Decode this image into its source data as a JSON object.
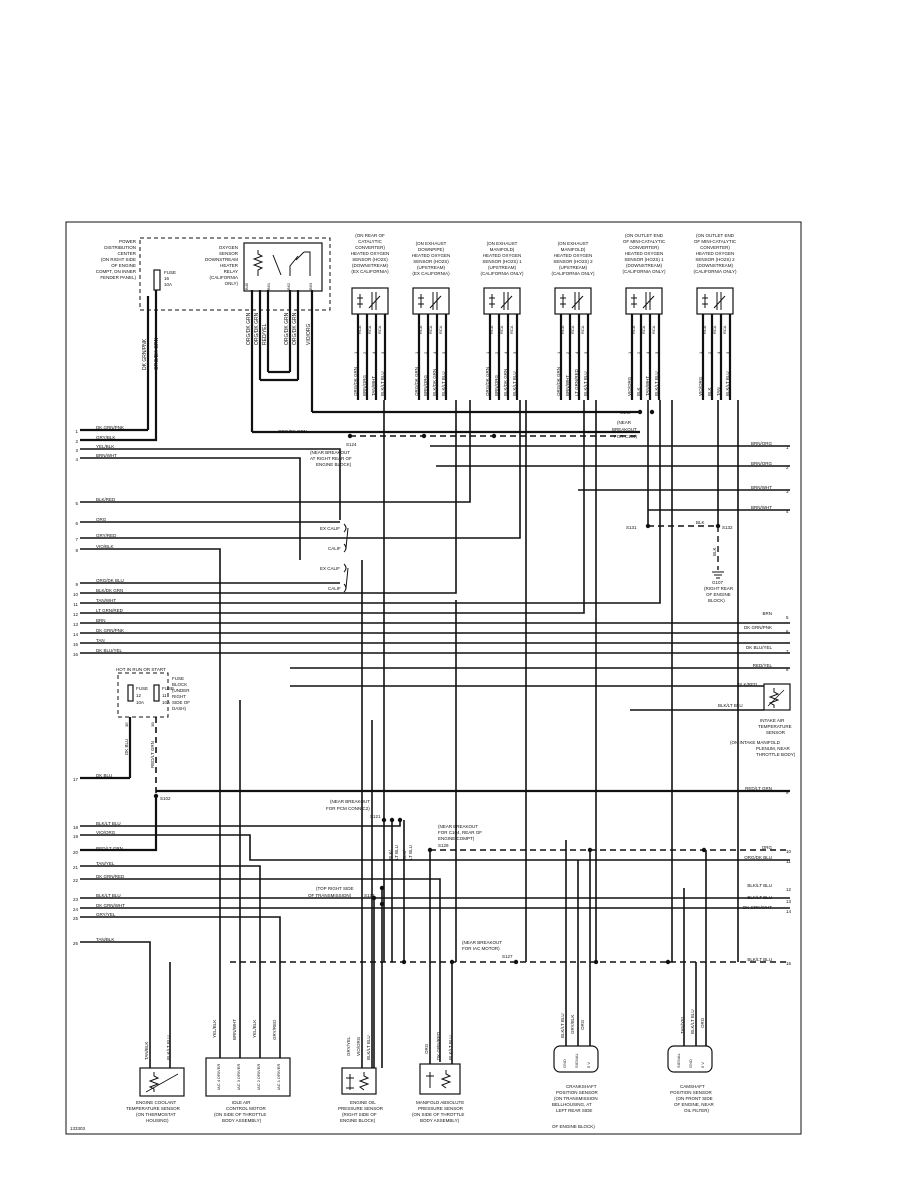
{
  "figure_id": "133303",
  "pdc": {
    "lines": [
      "POWER",
      "DISTRIBUTION",
      "CENTER",
      "(ON RIGHT SIDE",
      "OF ENGINE",
      "COMPT, ON INNER",
      "FENDER PANEL)"
    ],
    "fuse": [
      "FUSE",
      "16",
      "10A"
    ],
    "wire_a": "DK GRN/PNK",
    "wire_b": "ORG/DK GRN"
  },
  "relay": {
    "lines": [
      "OXYGEN",
      "SENSOR",
      "DOWNSTREAM",
      "HEATER",
      "RELAY",
      "(CALIFORNIA",
      "ONLY)"
    ],
    "pins": [
      "B45",
      "B61",
      "B62",
      "B63"
    ],
    "wires": [
      "ORG/DK GRN",
      "ORG/DK GRN",
      "RED/YEL",
      "ORG/DK GRN",
      "ORG/DK GRN",
      "VIO/ORG"
    ]
  },
  "o2_sensors": [
    {
      "desc": [
        "(ON REAR OF",
        "CATALYTIC",
        "CONVERTER)",
        "HEATED OXYGEN",
        "SENSOR (HO2S)",
        "(DOWNSTREAM)",
        "(EX CALIFORNIA)"
      ],
      "wires": [
        "ORG/DK GRN",
        "BRN/ORG",
        "TAN/WHT",
        "BLK/LT BLU"
      ]
    },
    {
      "desc": [
        "(ON EXHAUST",
        "DOWNPIPE)",
        "HEATED OXYGEN",
        "SENSOR (HO2S)",
        "(UPSTREAM)",
        "(EX CALIFORNIA)"
      ],
      "wires": [
        "ORG/DK GRN",
        "BRN/ORG",
        "BLK/DK GRN",
        "BLK/LT BLU"
      ]
    },
    {
      "desc": [
        "(ON EXHAUST",
        "MANIFOLD)",
        "HEATED OXYGEN",
        "SENSOR (HO2S) 1",
        "(UPSTREAM)",
        "(CALIFORNIA ONLY)"
      ],
      "wires": [
        "ORG/DK GRN",
        "BRN/ORG",
        "BLK/DK GRN",
        "BLK/LT BLU"
      ]
    },
    {
      "desc": [
        "(ON EXHAUST",
        "MANIFOLD)",
        "HEATED OXYGEN",
        "SENSOR (HO2S) 2",
        "(UPSTREAM)",
        "(CALIFORNIA ONLY)"
      ],
      "wires": [
        "ORG/DK GRN",
        "BRN/WHT",
        "LT GRN/RED",
        "BLK/LT BLU"
      ]
    },
    {
      "desc": [
        "(ON OUTLET END",
        "OF MINI-CATALYTIC",
        "CONVERTER)",
        "HEATED OXYGEN",
        "SENSOR (HO2S) 1",
        "(DOWNSTREAM)",
        "(CALIFORNIA ONLY)"
      ],
      "wires": [
        "VIO/ORG",
        "BLK",
        "TAN/WHT",
        "BLK/LT BLU"
      ]
    },
    {
      "desc": [
        "(ON OUTLET END",
        "OF MINI-CATALYTIC",
        "CONVERTER)",
        "HEATED OXYGEN",
        "SENSOR (HO2S) 2",
        "(DOWNSTREAM)",
        "(CALIFORNIA ONLY)"
      ],
      "wires": [
        "VIO/ORG",
        "BLK",
        "TAN",
        "BLK/LT BLU"
      ]
    }
  ],
  "o2_pin_labels": [
    "RCA",
    "RCA",
    "RCA"
  ],
  "o2_pin_numbers": [
    "1",
    "2",
    "4",
    "3"
  ],
  "left_wires": [
    {
      "n": "1",
      "label": "DK GRN/PNK"
    },
    {
      "n": "2",
      "label": "GRY/BLK"
    },
    {
      "n": "3",
      "label": "YEL/BLK"
    },
    {
      "n": "4",
      "label": "BRN/WHT"
    },
    {
      "n": "5",
      "label": "BLK/RED"
    },
    {
      "n": "6",
      "label": "ORG"
    },
    {
      "n": "7",
      "label": "GRY/RED"
    },
    {
      "n": "8",
      "label": "VIO/BLK"
    },
    {
      "n": "9",
      "label": "ORG/DK BLU"
    },
    {
      "n": "10",
      "label": "BLK/DK GRN"
    },
    {
      "n": "11",
      "label": "TAN/WHT"
    },
    {
      "n": "12",
      "label": "LT GRN/RED"
    },
    {
      "n": "13",
      "label": "BRN"
    },
    {
      "n": "14",
      "label": "DK GRN/PNK"
    },
    {
      "n": "15",
      "label": "TAN"
    },
    {
      "n": "16",
      "label": "DK BLU/YEL"
    },
    {
      "n": "17",
      "label": "DK BLU"
    },
    {
      "n": "18",
      "label": "BLK/LT BLU"
    },
    {
      "n": "19",
      "label": "VIO/ORG"
    },
    {
      "n": "20",
      "label": "RED/LT GRN"
    },
    {
      "n": "21",
      "label": "TAN/YEL"
    },
    {
      "n": "22",
      "label": "DK GRN/RED"
    },
    {
      "n": "23",
      "label": "BLK/LT BLU"
    },
    {
      "n": "24",
      "label": "DK GRN/WHT"
    },
    {
      "n": "25",
      "label": "GRY/YEL"
    },
    {
      "n": "26",
      "label": "TAN/BLK"
    }
  ],
  "right_wires": [
    {
      "n": "1",
      "label": "BRN/ORG"
    },
    {
      "n": "2",
      "label": "BRN/ORG"
    },
    {
      "n": "3",
      "label": "BRN/WHT"
    },
    {
      "n": "4",
      "label": "BRN/WHT"
    },
    {
      "n": "5",
      "label": "BRN"
    },
    {
      "n": "6",
      "label": "DK GRN/PNK"
    },
    {
      "n": "7",
      "label": "DK BLU/YEL"
    },
    {
      "n": "8",
      "label": "RED/YEL"
    },
    {
      "n": "9",
      "label": "RED/LT GRN"
    },
    {
      "n": "10",
      "label": "ORG"
    },
    {
      "n": "11",
      "label": "ORG/DK BLU"
    },
    {
      "n": "12",
      "label": "BLK/LT BLU"
    },
    {
      "n": "13",
      "label": "BLK/LT BLU"
    },
    {
      "n": "14",
      "label": "DK GRN/WHT"
    },
    {
      "n": "15",
      "label": "BLK/LT BLU"
    }
  ],
  "splices": {
    "s124": [
      "S124",
      "(NEAR BREAKOUT",
      "AT RIGHT REAR OF",
      "ENGINE BLOCK)"
    ],
    "s140": [
      "S140",
      "(NEAR",
      "BREAKOUT",
      "FOR C104)"
    ],
    "s131": "S131",
    "s132": "S132",
    "g107": [
      "G107",
      "(RIGHT REAR",
      "OF ENGINE",
      "BLOCK)"
    ],
    "s102": "S102",
    "s121": [
      "(NEAR BREAKOUT",
      "FOR PCM CONN C2)",
      "S121"
    ],
    "s129": [
      "(NEAR BREAKOUT",
      "FOR C104, REAR OF",
      "ENGINE COMPT)",
      "S129"
    ],
    "s133": [
      "(TOP RIGHT SIDE",
      "OF TRANSMISSION)",
      "S133"
    ],
    "s127": [
      "(NEAR BREAKOUT",
      "FOR IAC MOTOR)",
      "S127"
    ]
  },
  "cal_labels": [
    "EX CALIF",
    "CALIF",
    "EX CALIF",
    "CALIF"
  ],
  "blk_label": "BLK",
  "fuse_block": {
    "title": "HOT IN RUN OR START",
    "fuses": [
      [
        "FUSE",
        "12",
        "10A"
      ],
      [
        "FUSE",
        "11",
        "10A"
      ]
    ],
    "desc": [
      "FUSE",
      "BLOCK",
      "(UNDER",
      "RIGHT",
      "SIDE OF",
      "DASH)"
    ],
    "wires": [
      "DK BLU",
      "RED/LT GRN"
    ],
    "pins": [
      "3E",
      "3B"
    ]
  },
  "iat": {
    "wires": [
      "BLK/RED",
      "BLK/LT BLU"
    ],
    "desc": [
      "INTAKE AIR",
      "TEMPERATURE",
      "SENSOR",
      "(ON INTAKE MANIFOLD",
      "PLENUM, NEAR",
      "THROTTLE BODY)"
    ]
  },
  "vert_labels": [
    "BLK/",
    "LT BLU",
    "BLK/",
    "LT BLU"
  ],
  "bottom": {
    "ect": {
      "wires": [
        "TAN/BLK",
        "BLK/LT BLU"
      ],
      "desc": [
        "ENGINE COOLANT",
        "TEMPERATURE SENSOR",
        "(ON THERMOSTAT",
        "HOUSING)"
      ]
    },
    "iac": {
      "wires": [
        "YEL/BLK",
        "BRN/WHT",
        "YEL/BLK",
        "GRY/RED"
      ],
      "pins": [
        "1",
        "2",
        "3",
        "4"
      ],
      "drivers": [
        "IAC 4 DRIVER",
        "IAC 3 DRIVER",
        "IAC 2 DRIVER",
        "IAC 1 DRIVER"
      ],
      "desc": [
        "IDLE AIR",
        "CONTROL MOTOR",
        "(ON SIDE OF THROTTLE",
        "BODY ASSEMBLY)"
      ]
    },
    "eop": {
      "wires": [
        "GRY/YEL",
        "VIO/ORG",
        "BLK/LT BLU"
      ],
      "pins": [
        "1",
        "2",
        "3"
      ],
      "desc": [
        "ENGINE OIL",
        "PRESSURE SENSOR",
        "(RIGHT SIDE OF",
        "ENGINE BLOCK)"
      ]
    },
    "map": {
      "wires": [
        "ORG",
        "DK GRN/RED",
        "BLK/LT BLU"
      ],
      "pins": [
        "3",
        "2",
        "1"
      ],
      "desc": [
        "MANIFOLD ABSOLUTE",
        "PRESSURE SENSOR",
        "(ON SIDE OF THROTTLE",
        "BODY ASSEMBLY)"
      ]
    },
    "ckp": {
      "wires": [
        "BLK/LT BLU",
        "GRY/BLK",
        "ORG"
      ],
      "pins": [
        "GND",
        "SIGNAL",
        "5 V"
      ],
      "desc": [
        "CRANKSHAFT",
        "POSITION SENSOR",
        "(ON TRANSMISSION",
        "BELLHOUSING, AT",
        "LEFT REAR SIDE",
        "OF ENGINE BLOCK)"
      ]
    },
    "cmp": {
      "wires": [
        "TAN/YEL",
        "BLK/LT BLU",
        "ORG"
      ],
      "pins": [
        "SIGNAL",
        "GND",
        "5 V"
      ],
      "desc": [
        "CAMSHAFT",
        "POSITION SENSOR",
        "(ON FRONT SIDE",
        "OF ENGINE, NEAR",
        "OIL FILTER)"
      ]
    }
  }
}
